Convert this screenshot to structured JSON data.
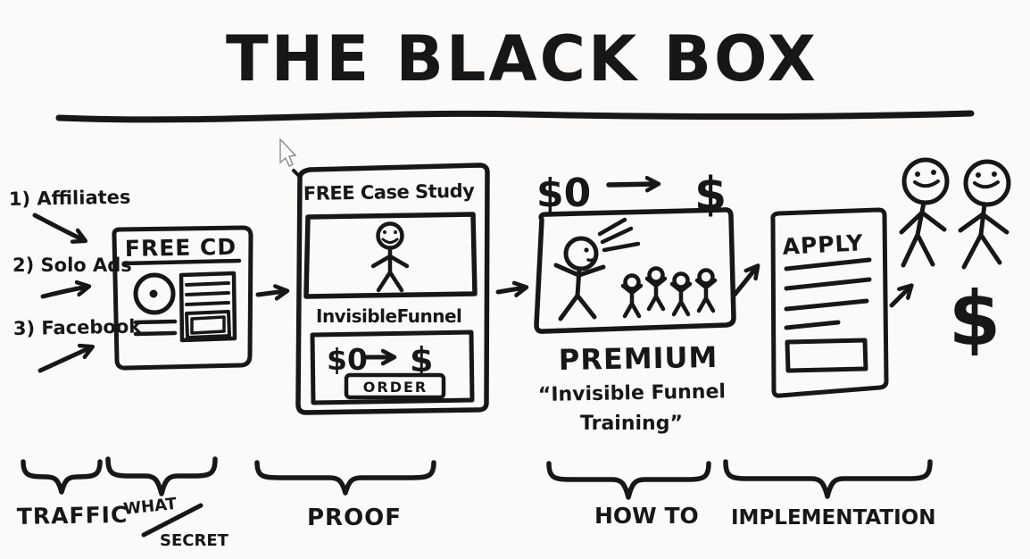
{
  "title": "THE BLACK BOX",
  "traffic": {
    "items": [
      {
        "label": "1) Affiliates"
      },
      {
        "label": "2) Solo Ads"
      },
      {
        "label": "3) Facebook"
      }
    ]
  },
  "free_cd": {
    "title": "FREE CD"
  },
  "case_study": {
    "title": "FREE Case Study",
    "subtitle": "InvisibleFunnel",
    "price_from": "$0",
    "price_to": "$",
    "order_button": "ORDER"
  },
  "premium": {
    "price_from": "$0",
    "price_to": "$",
    "title": "PREMIUM",
    "quote_line1": "“Invisible Funnel",
    "quote_line2": "Training”"
  },
  "apply": {
    "title": "APPLY"
  },
  "result": {
    "dollar": "$"
  },
  "stages": [
    {
      "label": "TRAFFIC"
    },
    {
      "label_top": "WHAT",
      "label_bottom": "SECRET"
    },
    {
      "label": "PROOF"
    },
    {
      "label": "HOW TO"
    },
    {
      "label": "IMPLEMENTATION"
    }
  ],
  "colors": {
    "ink": "#171717",
    "background": "#fcfaf9"
  }
}
